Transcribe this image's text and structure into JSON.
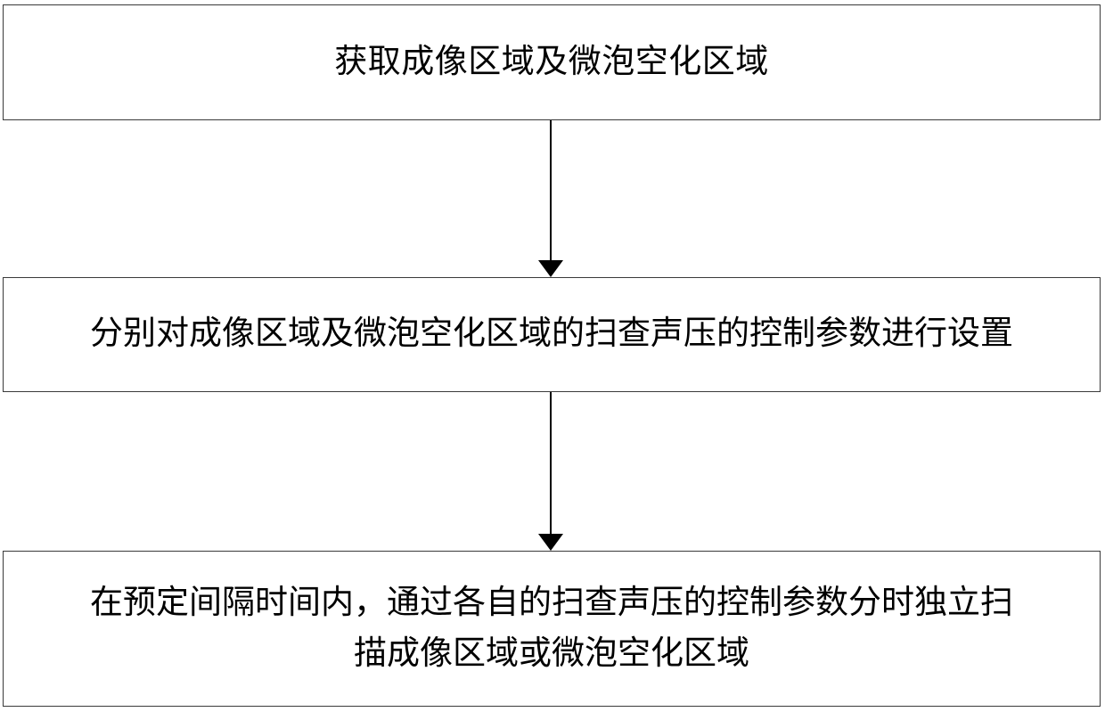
{
  "diagram": {
    "type": "flowchart",
    "orientation": "vertical",
    "background_color": "#ffffff",
    "border_color": "#3a3a3a",
    "arrow_color": "#000000",
    "nodes": [
      {
        "id": "step-1",
        "shape": "rectangle",
        "text": "获取成像区域及微泡空化区域"
      },
      {
        "id": "step-2",
        "shape": "rectangle",
        "text": "分别对成像区域及微泡空化区域的扫查声压的控制参数进行设置"
      },
      {
        "id": "step-3",
        "shape": "rectangle",
        "text": "在预定间隔时间内，通过各自的扫查声压的控制参数分时独立扫\n描成像区域或微泡空化区域"
      }
    ],
    "connectors": [
      {
        "id": "arrow-1",
        "from": "step-1",
        "to": "step-2",
        "style": "solid-line-with-filled-arrowhead",
        "label": ""
      },
      {
        "id": "arrow-2",
        "from": "step-2",
        "to": "step-3",
        "style": "solid-line-with-filled-arrowhead",
        "label": ""
      }
    ]
  }
}
